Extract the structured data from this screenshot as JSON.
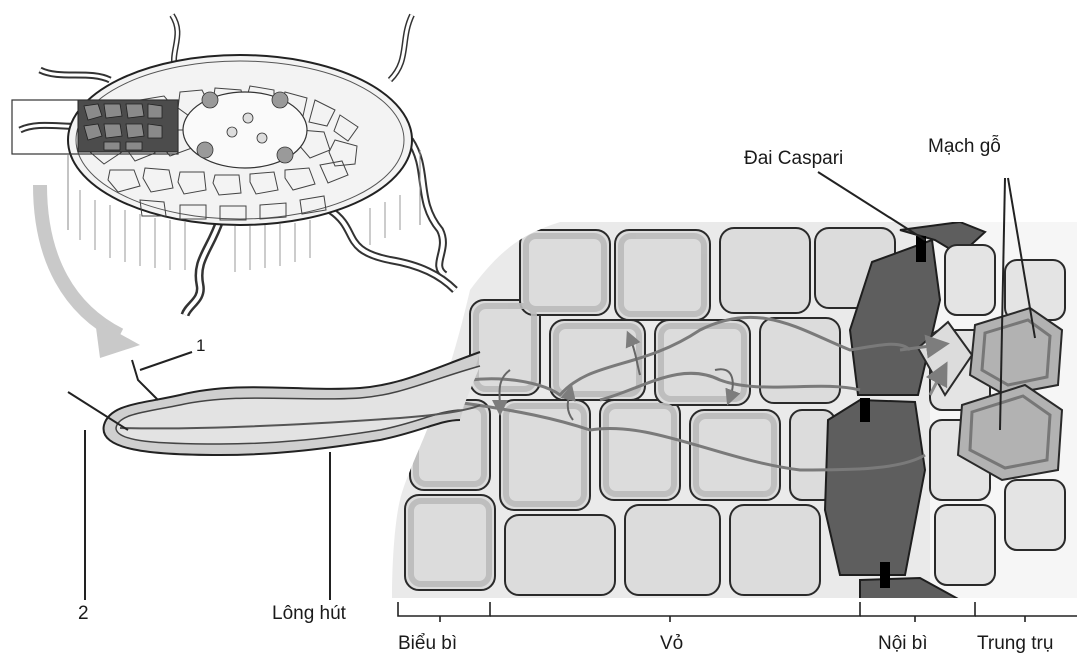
{
  "labels": {
    "caspari": "Đai Caspari",
    "xylem": "Mạch gỗ",
    "marker_1": "1",
    "marker_2": "2",
    "root_hair": "Lông hút",
    "epidermis": "Biểu bì",
    "cortex": "Vỏ",
    "endodermis": "Nội bì",
    "stele": "Trung trụ"
  },
  "colors": {
    "outline": "#2a2a2a",
    "cortex_cell_wall": "#bdbdbd",
    "cortex_fill": "#dedede",
    "endodermis_fill": "#5f5f5f",
    "stele_fill": "#cfcfcf",
    "xylem_fill": "#a9a9a9",
    "arrow": "#8a8a8a",
    "caspari_band": "#000000"
  }
}
